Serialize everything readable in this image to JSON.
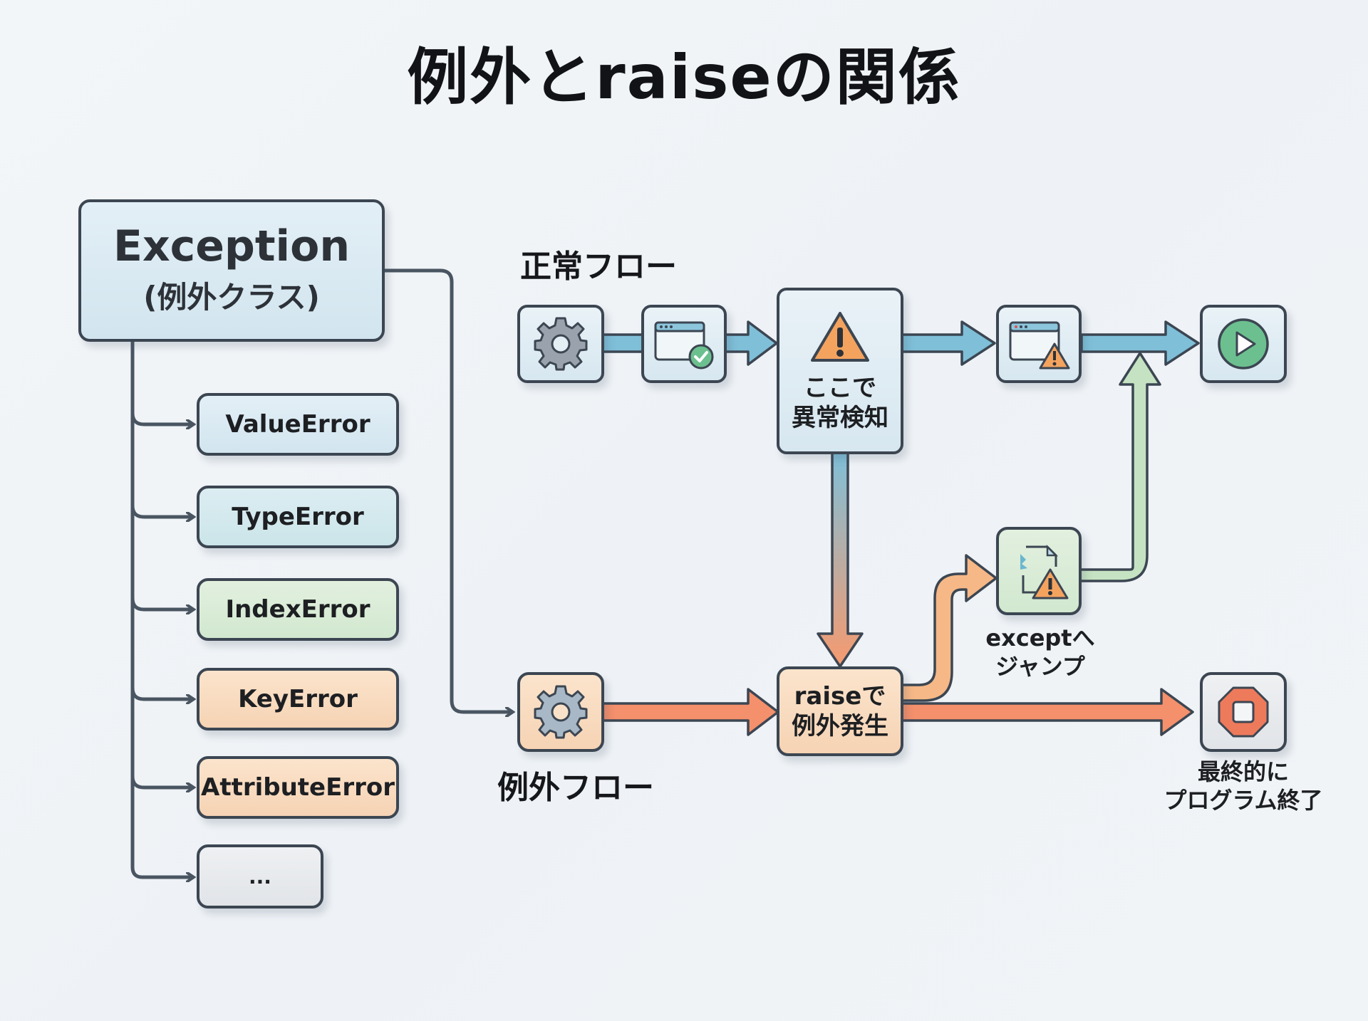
{
  "title": "例外とraiseの関係",
  "hierarchy": {
    "root": {
      "title": "Exception",
      "subtitle": "(例外クラス)"
    },
    "subclasses": [
      {
        "label": "ValueError",
        "color": "#d5e8f0"
      },
      {
        "label": "TypeError",
        "color": "#cde6ea"
      },
      {
        "label": "IndexError",
        "color": "#d6ebd3"
      },
      {
        "label": "KeyError",
        "color": "#f8d9bb"
      },
      {
        "label": "AttributeError",
        "color": "#f8d9bb"
      },
      {
        "label": "...",
        "color": "#e5e8eb"
      }
    ]
  },
  "normal_flow": {
    "label": "正常フロー",
    "steps": [
      {
        "icon": "gear-icon"
      },
      {
        "icon": "window-check-icon"
      },
      {
        "icon": "warning-icon",
        "label_line1": "ここで",
        "label_line2": "異常検知"
      },
      {
        "icon": "window-warning-icon"
      },
      {
        "icon": "play-icon"
      }
    ]
  },
  "exception_flow": {
    "label": "例外フロー",
    "steps": [
      {
        "icon": "gear-icon"
      },
      {
        "label_line1": "raiseで",
        "label_line2": "例外発生"
      },
      {
        "icon": "stop-icon",
        "caption_line1": "最終的に",
        "caption_line2": "プログラム終了"
      }
    ]
  },
  "except_handler": {
    "icon": "broken-file-warning-icon",
    "caption_line1": "exceptへ",
    "caption_line2": "ジャンプ"
  },
  "colors": {
    "normal_arrow": "#7fbfd8",
    "exception_arrow": "#f4906c",
    "except_arrow_in": "#f6b886",
    "recovery_arrow": "#c5e3c2",
    "outline": "#3c4652",
    "warning": "#f4a35f",
    "success": "#6cc08f",
    "stop": "#ee7a5c"
  }
}
